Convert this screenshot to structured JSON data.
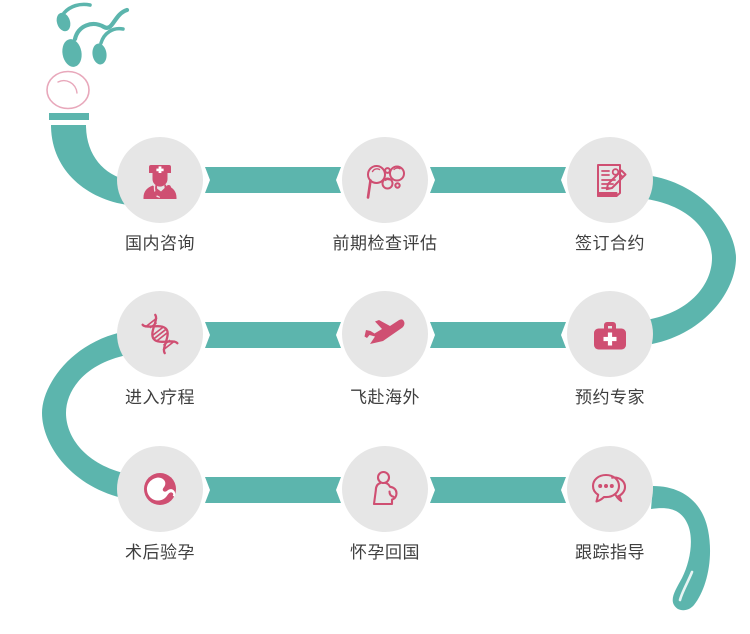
{
  "diagram": {
    "title_visible": false,
    "colors": {
      "teal": "#5cb5ad",
      "teal_dark": "#4aa79f",
      "pink": "#cf4f72",
      "pink_light": "#e8a8bb",
      "circle_bg": "#e6e6e6",
      "label_text": "#3f3f3f",
      "background": "#ffffff"
    },
    "intro": {
      "sperm_count": 3,
      "egg_label": "egg-cell"
    },
    "steps": [
      {
        "index": 1,
        "label": "国内咨询",
        "icon": "doctor-icon",
        "row": 1,
        "col": 1
      },
      {
        "index": 2,
        "label": "前期检查评估",
        "icon": "microscope-cells-icon",
        "row": 1,
        "col": 2
      },
      {
        "index": 3,
        "label": "签订合约",
        "icon": "contract-pen-icon",
        "row": 1,
        "col": 3
      },
      {
        "index": 4,
        "label": "进入疗程",
        "icon": "dna-icon",
        "row": 2,
        "col": 1
      },
      {
        "index": 5,
        "label": "飞赴海外",
        "icon": "airplane-icon",
        "row": 2,
        "col": 2
      },
      {
        "index": 6,
        "label": "预约专家",
        "icon": "medical-bag-icon",
        "row": 2,
        "col": 3
      },
      {
        "index": 7,
        "label": "术后验孕",
        "icon": "embryo-icon",
        "row": 3,
        "col": 1
      },
      {
        "index": 8,
        "label": "怀孕回国",
        "icon": "pregnant-woman-icon",
        "row": 3,
        "col": 2
      },
      {
        "index": 9,
        "label": "跟踪指导",
        "icon": "chat-bubbles-icon",
        "row": 3,
        "col": 3
      }
    ],
    "flow_order": [
      "进入疗程",
      "飞赴海外",
      "预约专家"
    ],
    "connectors": [
      {
        "from": "国内咨询",
        "to": "前期检查评估",
        "type": "bar-horizontal"
      },
      {
        "from": "前期检查评估",
        "to": "签订合约",
        "type": "bar-horizontal"
      },
      {
        "from": "签订合约",
        "to": "预约专家",
        "type": "arc-right"
      },
      {
        "from": "预约专家",
        "to": "飞赴海外",
        "type": "bar-horizontal"
      },
      {
        "from": "飞赴海外",
        "to": "进入疗程",
        "type": "bar-horizontal"
      },
      {
        "from": "进入疗程",
        "to": "术后验孕",
        "type": "arc-left"
      },
      {
        "from": "术后验孕",
        "to": "怀孕回国",
        "type": "bar-horizontal"
      },
      {
        "from": "怀孕回国",
        "to": "跟踪指导",
        "type": "bar-horizontal"
      },
      {
        "from": "跟踪指导",
        "to": "end",
        "type": "tail-curve"
      }
    ]
  }
}
